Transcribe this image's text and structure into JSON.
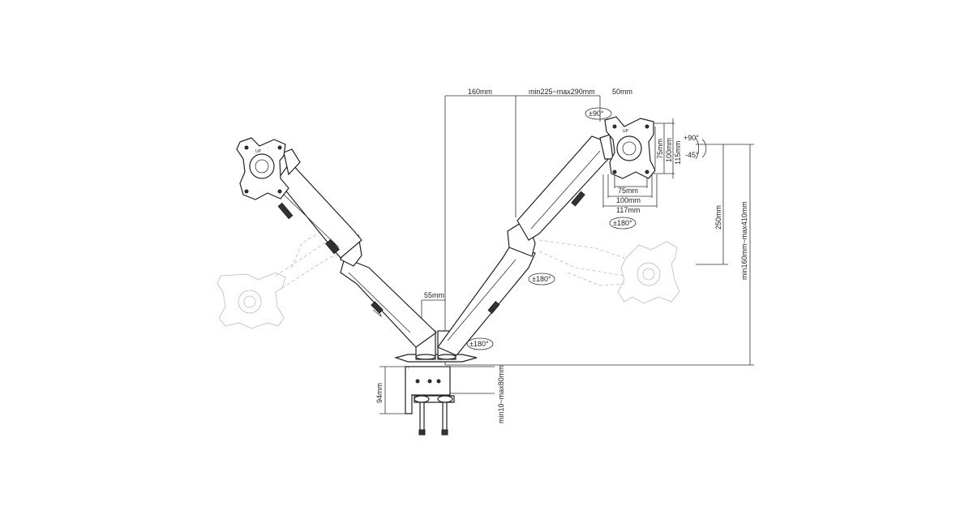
{
  "dimensions": {
    "arm_base_offset": "160mm",
    "arm_reach": "min225~max290mm",
    "tilt_offset": "50mm",
    "tilt_angle": "±90°",
    "vesa_h_75": "75mm",
    "vesa_h_100": "100mm",
    "vesa_h_117": "117mm",
    "vesa_v_75": "75mm",
    "vesa_v_100": "100mm",
    "vesa_v_115": "115mm",
    "tilt_up": "+90°",
    "tilt_down": "-45°",
    "swivel_top": "±180°",
    "swivel_mid": "±180°",
    "swivel_base": "±180°",
    "height_adjust": "250mm",
    "total_height": "min160mm~max410mm",
    "pole_width": "55mm",
    "clamp_height": "94mm",
    "desk_thickness": "min10~max80mm"
  },
  "labels": {
    "up_left": "UP",
    "up_right": "UP"
  }
}
